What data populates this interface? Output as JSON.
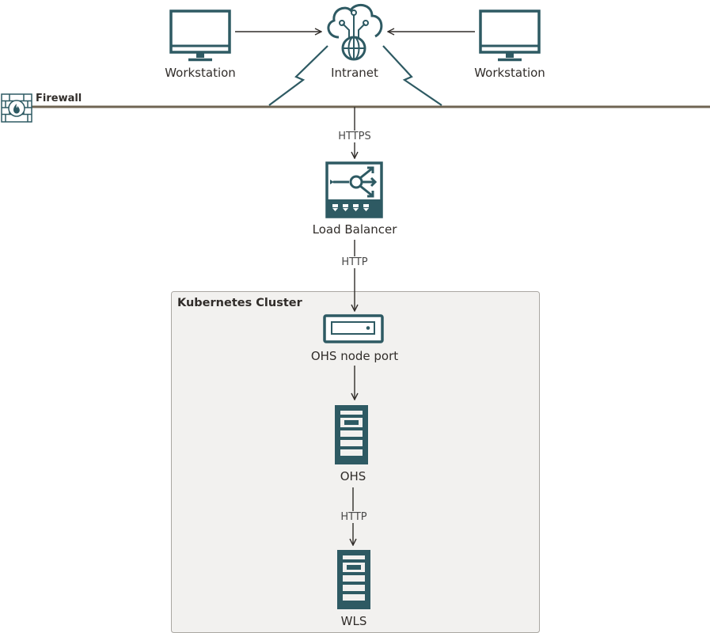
{
  "firewall": {
    "label": "Firewall",
    "icon": "firewall-icon"
  },
  "nodes": {
    "workstation_left": {
      "label": "Workstation",
      "icon": "monitor-icon"
    },
    "intranet": {
      "label": "Intranet",
      "icon": "cloud-network-icon"
    },
    "workstation_right": {
      "label": "Workstation",
      "icon": "monitor-icon"
    },
    "load_balancer": {
      "label": "Load Balancer",
      "icon": "load-balancer-icon"
    },
    "ohs_node_port": {
      "label": "OHS node port",
      "icon": "node-port-icon"
    },
    "ohs": {
      "label": "OHS",
      "icon": "server-icon"
    },
    "wls": {
      "label": "WLS",
      "icon": "server-icon"
    }
  },
  "cluster": {
    "title": "Kubernetes Cluster"
  },
  "connections": [
    {
      "from": "workstation_left",
      "to": "intranet",
      "label": ""
    },
    {
      "from": "workstation_right",
      "to": "intranet",
      "label": ""
    },
    {
      "from": "intranet",
      "to": "load_balancer",
      "label": "HTTPS"
    },
    {
      "from": "load_balancer",
      "to": "ohs_node_port",
      "label": "HTTP"
    },
    {
      "from": "ohs_node_port",
      "to": "ohs",
      "label": ""
    },
    {
      "from": "ohs",
      "to": "wls",
      "label": "HTTP"
    }
  ],
  "colors": {
    "icon": "#2e5a63",
    "line": "#312d2a",
    "firewall_line": "#6f6553",
    "cluster_fill": "#f2f1ef",
    "cluster_border": "#aaa7a2"
  }
}
